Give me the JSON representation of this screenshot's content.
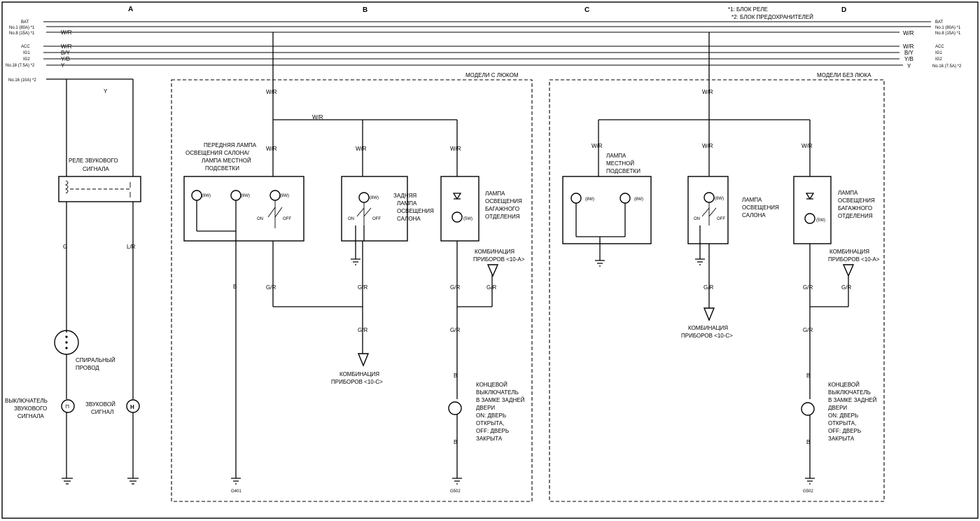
{
  "columns": [
    "A",
    "B",
    "C",
    "D"
  ],
  "notes": [
    "*1: БЛОК РЕЛЕ",
    "*2: БЛОК ПРЕДОХРАНИТЕЛЕЙ"
  ],
  "left_bus": [
    "BAT",
    "No.1 (80A) *1",
    "No.8 (15A) *1",
    "ACC",
    "IG1",
    "IG2",
    "No.18 (7.5A) *2",
    "No.16 (10A) *2"
  ],
  "right_bus": [
    "BAT",
    "No.1 (80A) *1",
    "No.8 (15A) *1",
    "ACC",
    "IG1",
    "IG2",
    "No.16 (7.5A) *2"
  ],
  "wire_colors": {
    "wr": "W/R",
    "by": "B/Y",
    "yb": "Y/B",
    "y": "Y",
    "gr": "G/R",
    "b": "B",
    "lr": "L/R",
    "g": "G"
  },
  "sections": {
    "sunroof": "МОДЕЛИ С ЛЮКОМ",
    "no_sunroof": "МОДЕЛИ БЕЗ ЛЮКА"
  },
  "components": {
    "horn_relay": [
      "РЕЛЕ ЗВУКОВОГО",
      "СИГНАЛА"
    ],
    "cable_reel": [
      "СПИРАЛЬНЫЙ",
      "ПРОВОД"
    ],
    "horn_switch": [
      "ВЫКЛЮЧАТЕЛЬ",
      "ЗВУКОВОГО",
      "СИГНАЛА"
    ],
    "horn": [
      "ЗВУКОВОЙ",
      "СИГНАЛ"
    ],
    "front_lamp": [
      "ПЕРЕДНЯЯ ЛАМПА",
      "ОСВЕЩЕНИЯ САЛОНА/",
      "ЛАМПА МЕСТНОЙ",
      "ПОДСВЕТКИ"
    ],
    "rear_lamp": [
      "ЗАДНЯЯ",
      "ЛАМПА",
      "ОСВЕЩЕНИЯ",
      "САЛОНА"
    ],
    "trunk_lamp": [
      "ЛАМПА",
      "ОСВЕЩЕНИЯ",
      "БАГАЖНОГО",
      "ОТДЕЛЕНИЯ"
    ],
    "gauge_a": [
      "КОМБИНАЦИЯ",
      "ПРИБОРОВ <10-A>"
    ],
    "gauge_c": [
      "КОМБИНАЦИЯ",
      "ПРИБОРОВ <10-C>"
    ],
    "door_switch": [
      "КОНЦЕВОЙ",
      "ВЫКЛЮЧАТЕЛЬ",
      "В ЗАМКЕ ЗАДНЕЙ",
      "ДВЕРИ",
      "ON: ДВЕРЬ",
      "ОТКРЫТА,",
      "OFF: ДВЕРЬ",
      "ЗАКРЫТА"
    ],
    "spot_lamp": [
      "ЛАМПА",
      "МЕСТНОЙ",
      "ПОДСВЕТКИ"
    ],
    "interior_lamp": [
      "ЛАМПА",
      "ОСВЕЩЕНИЯ",
      "САЛОНА"
    ]
  },
  "switch_labels": {
    "on": "ON",
    "off": "OFF"
  },
  "bulb_ratings": {
    "w8": "(8W)",
    "w5": "(5W)"
  },
  "grounds": {
    "g401": "G401",
    "g502": "G502"
  }
}
